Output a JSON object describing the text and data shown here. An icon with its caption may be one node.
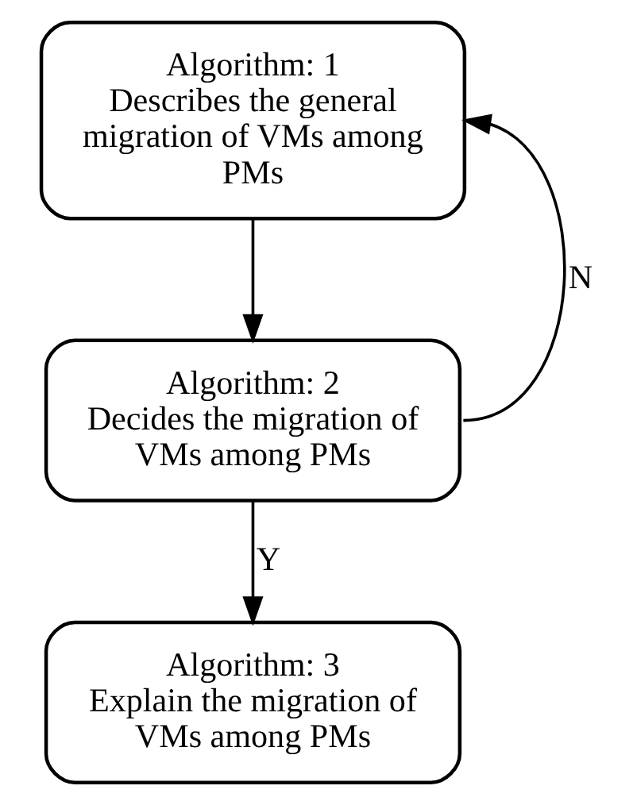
{
  "diagram": {
    "nodes": [
      {
        "text": [
          "Algorithm: 1",
          "Describes the general migration of VMs among PMs"
        ]
      },
      {
        "text": [
          "Algorithm: 2",
          "Decides the migration of VMs among PMs"
        ]
      },
      {
        "text": [
          "Algorithm: 3",
          "Explain the migration of VMs among PMs"
        ]
      }
    ],
    "edges": [
      {
        "from": 0,
        "to": 1,
        "arrow": "to"
      },
      {
        "from": 1,
        "to": 0,
        "arrow": "to",
        "label": "N"
      },
      {
        "from": 1,
        "to": 2,
        "arrow": "to",
        "label": "Y"
      }
    ]
  }
}
